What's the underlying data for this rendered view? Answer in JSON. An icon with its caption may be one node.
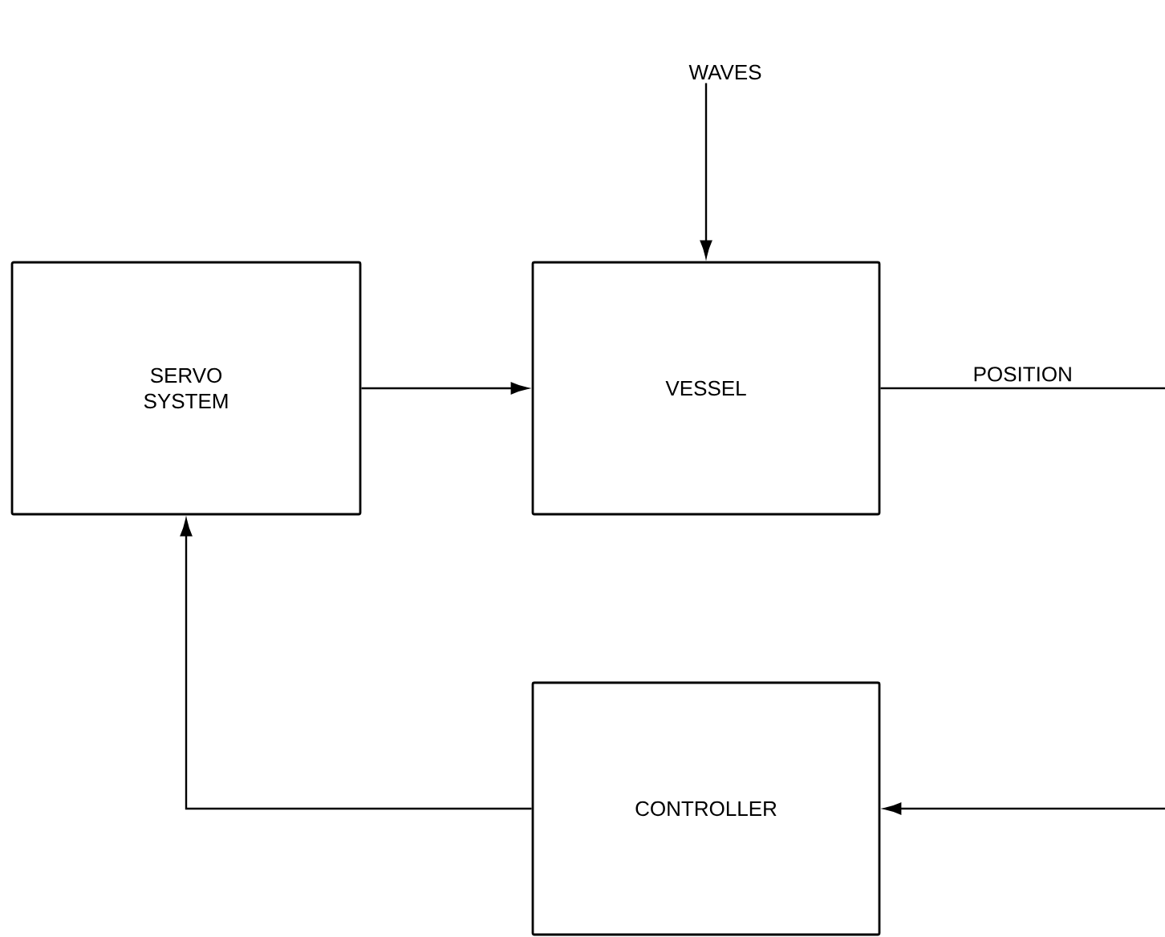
{
  "diagram": {
    "nodes": [
      {
        "text": [
          "WAVES"
        ]
      },
      {
        "text": [
          "SERVO SYSTEM"
        ]
      },
      {
        "text": [
          "VESSEL"
        ]
      },
      {
        "text": [
          "CONTROLLER"
        ]
      }
    ],
    "edges": [
      {
        "from": 0,
        "to": 2,
        "arrow": "to"
      },
      {
        "from": 1,
        "to": 2,
        "arrow": "to"
      },
      {
        "from": 2,
        "to": null,
        "arrow": "none",
        "label": "POSITION"
      },
      {
        "from": null,
        "to": 3,
        "arrow": "to"
      },
      {
        "from": 3,
        "to": 1,
        "arrow": "to"
      }
    ]
  }
}
